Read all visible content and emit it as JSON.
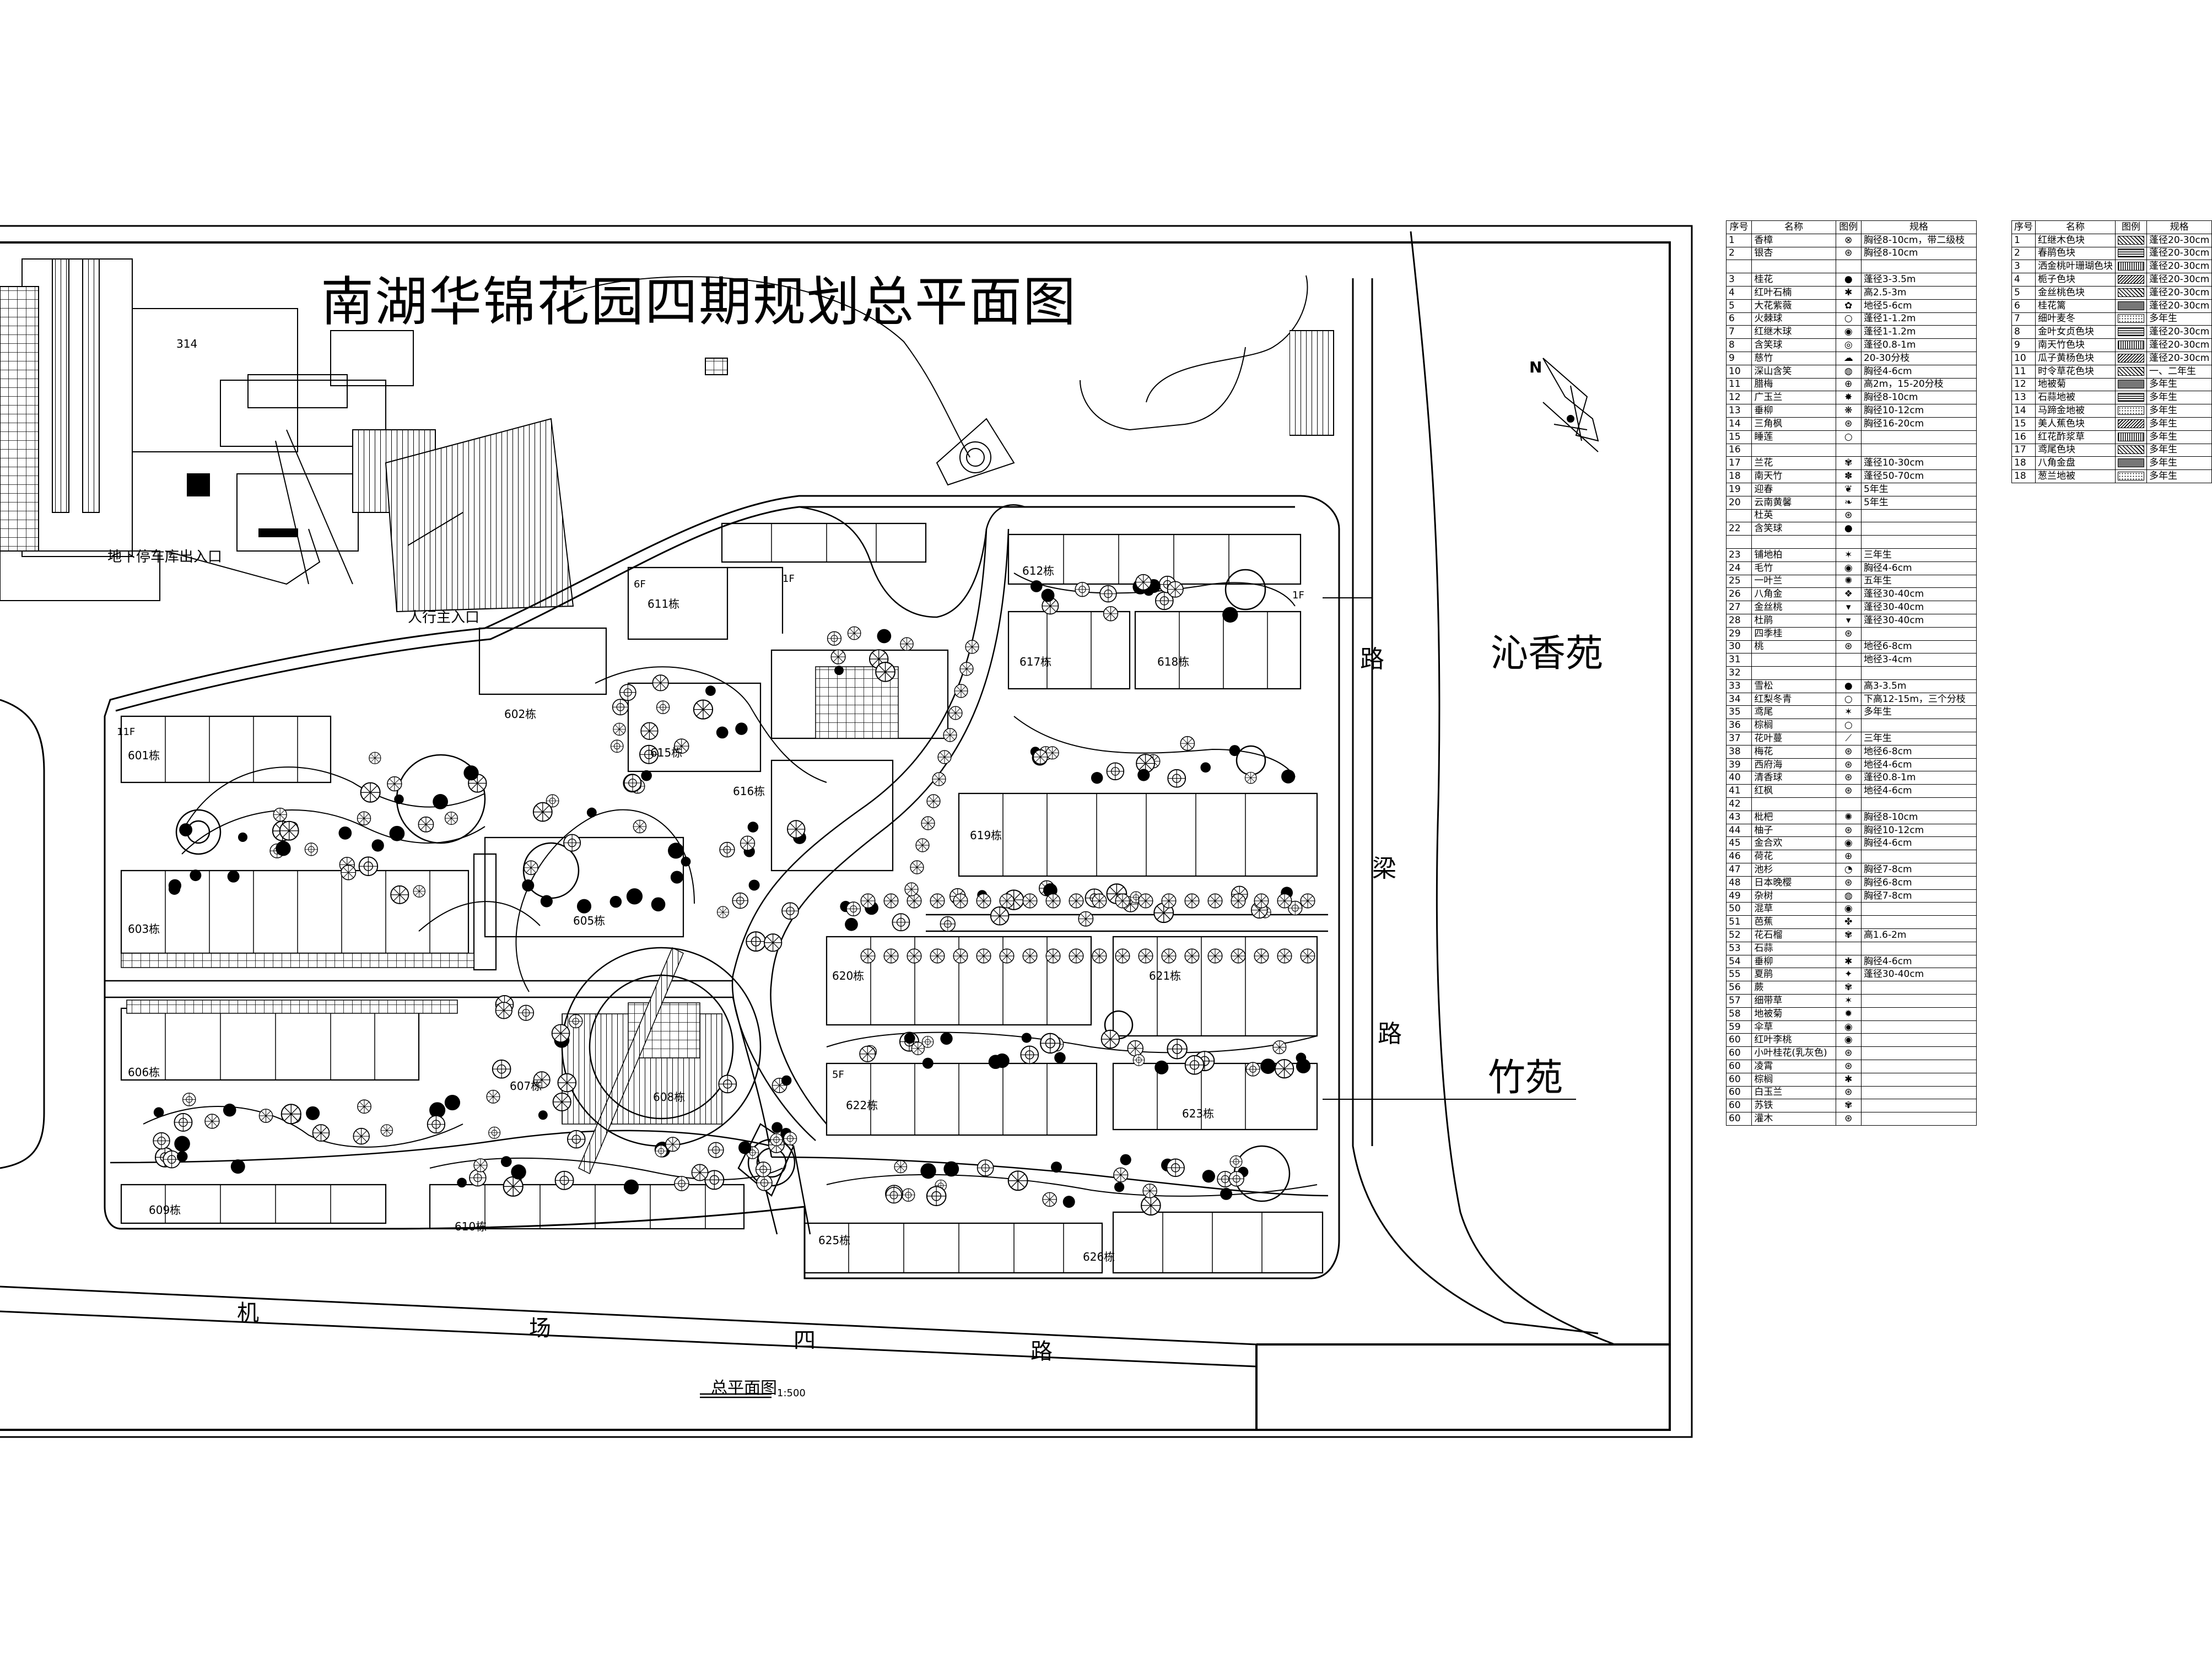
{
  "title": "南湖华锦花园四期规划总平面图",
  "neighbors": {
    "east_north": "沁香苑",
    "east_south": "竹苑"
  },
  "roads": {
    "east_chars": [
      "路",
      "梁",
      "路"
    ],
    "south_chars": [
      "机",
      "场",
      "四",
      "路"
    ]
  },
  "entrances": {
    "pedestrian_main": "人行主入口",
    "underground_garage": "地下停车库出入口"
  },
  "north_label": "N",
  "drawing_caption": "总平面图",
  "scale": "1:500",
  "buildings": [
    "601栋",
    "602栋",
    "603栋",
    "605栋",
    "606栋",
    "607栋",
    "608栋",
    "609栋",
    "610栋",
    "611栋",
    "612栋",
    "615栋",
    "616栋",
    "617栋",
    "618栋",
    "619栋",
    "620栋",
    "621栋",
    "622栋",
    "623栋",
    "625栋",
    "626栋"
  ],
  "floor_tags": [
    "11F",
    "6F",
    "1F",
    "5F",
    "1F"
  ],
  "neighbor_building": "314",
  "legend_trees": {
    "headers": [
      "序号",
      "名称",
      "图例",
      "规格"
    ],
    "rows": [
      [
        "1",
        "香樟",
        "⊗",
        "胸径8-10cm，带二级枝"
      ],
      [
        "2",
        "银杏",
        "⊛",
        "胸径8-10cm"
      ],
      [
        "",
        "",
        "",
        ""
      ],
      [
        "3",
        "桂花",
        "●",
        "蓬径3-3.5m"
      ],
      [
        "4",
        "红叶石楠",
        "✱",
        "高2.5-3m"
      ],
      [
        "5",
        "大花紫薇",
        "✿",
        "地径5-6cm"
      ],
      [
        "6",
        "火棘球",
        "○",
        "蓬径1-1.2m"
      ],
      [
        "7",
        "红继木球",
        "◉",
        "蓬径1-1.2m"
      ],
      [
        "8",
        "含笑球",
        "◎",
        "蓬径0.8-1m"
      ],
      [
        "9",
        "慈竹",
        "☁",
        "20-30分枝"
      ],
      [
        "10",
        "深山含笑",
        "◍",
        "胸径4-6cm"
      ],
      [
        "11",
        "腊梅",
        "⊕",
        "高2m，15-20分枝"
      ],
      [
        "12",
        "广玉兰",
        "✸",
        "胸径8-10cm"
      ],
      [
        "13",
        "垂柳",
        "❋",
        "胸径10-12cm"
      ],
      [
        "14",
        "三角枫",
        "⊛",
        "胸径16-20cm"
      ],
      [
        "15",
        "睡莲",
        "○",
        ""
      ],
      [
        "16",
        "",
        "",
        ""
      ],
      [
        "17",
        "兰花",
        "✾",
        "蓬径10-30cm"
      ],
      [
        "18",
        "南天竹",
        "✽",
        "蓬径50-70cm"
      ],
      [
        "19",
        "迎春",
        "❦",
        "5年生"
      ],
      [
        "20",
        "云南黄馨",
        "❧",
        "5年生"
      ],
      [
        "",
        "杜英",
        "⊛",
        ""
      ],
      [
        "22",
        "含笑球",
        "●",
        ""
      ],
      [
        "",
        "",
        "",
        ""
      ],
      [
        "23",
        "铺地柏",
        "✶",
        "三年生"
      ],
      [
        "24",
        "毛竹",
        "◉",
        "胸径4-6cm"
      ],
      [
        "25",
        "一叶兰",
        "✺",
        "五年生"
      ],
      [
        "26",
        "八角金",
        "❖",
        "蓬径30-40cm"
      ],
      [
        "27",
        "金丝桃",
        "▾",
        "蓬径30-40cm"
      ],
      [
        "28",
        "杜鹃",
        "▾",
        "蓬径30-40cm"
      ],
      [
        "29",
        "四季桂",
        "⊛",
        ""
      ],
      [
        "30",
        "桃",
        "⊛",
        "地径6-8cm"
      ],
      [
        "31",
        "",
        "",
        "地径3-4cm"
      ],
      [
        "32",
        "",
        "",
        ""
      ],
      [
        "33",
        "雪松",
        "●",
        "高3-3.5m"
      ],
      [
        "34",
        "红梨冬青",
        "○",
        "下高12-15m，三个分枝"
      ],
      [
        "35",
        "鸢尾",
        "✶",
        "多年生"
      ],
      [
        "36",
        "棕榈",
        "○",
        ""
      ],
      [
        "37",
        "花叶蔓",
        "⟋",
        "三年生"
      ],
      [
        "38",
        "梅花",
        "⊛",
        "地径6-8cm"
      ],
      [
        "39",
        "西府海",
        "⊛",
        "地径4-6cm"
      ],
      [
        "40",
        "清香球",
        "⊛",
        "蓬径0.8-1m"
      ],
      [
        "41",
        "红枫",
        "⊛",
        "地径4-6cm"
      ],
      [
        "42",
        "",
        "",
        ""
      ],
      [
        "43",
        "枇杷",
        "✺",
        "胸径8-10cm"
      ],
      [
        "44",
        "柚子",
        "⊛",
        "胸径10-12cm"
      ],
      [
        "45",
        "金合欢",
        "◉",
        "胸径4-6cm"
      ],
      [
        "46",
        "荷花",
        "⊕",
        ""
      ],
      [
        "47",
        "池杉",
        "◔",
        "胸径7-8cm"
      ],
      [
        "48",
        "日本晚樱",
        "⊛",
        "胸径6-8cm"
      ],
      [
        "49",
        "杂树",
        "◍",
        "胸径7-8cm"
      ],
      [
        "50",
        "混草",
        "◉",
        ""
      ],
      [
        "51",
        "芭蕉",
        "✤",
        ""
      ],
      [
        "52",
        "花石榴",
        "✾",
        "高1.6-2m"
      ],
      [
        "53",
        "石蒜",
        "",
        ""
      ],
      [
        "54",
        "垂柳",
        "✱",
        "胸径4-6cm"
      ],
      [
        "55",
        "夏鹃",
        "✦",
        "蓬径30-40cm"
      ],
      [
        "56",
        "蕨",
        "✾",
        ""
      ],
      [
        "57",
        "细带草",
        "✶",
        ""
      ],
      [
        "58",
        "地被菊",
        "✹",
        ""
      ],
      [
        "59",
        "伞草",
        "◉",
        ""
      ],
      [
        "60",
        "红叶李桃",
        "◉",
        ""
      ],
      [
        "60",
        "小叶桂花(乳灰色)",
        "⊛",
        ""
      ],
      [
        "60",
        "凌霄",
        "⊛",
        ""
      ],
      [
        "60",
        "棕榈",
        "✱",
        ""
      ],
      [
        "60",
        "白玉兰",
        "⊛",
        ""
      ],
      [
        "60",
        "苏铁",
        "✾",
        ""
      ],
      [
        "60",
        "灌木",
        "⊛",
        ""
      ]
    ]
  },
  "legend_shrubs": {
    "headers": [
      "序号",
      "名称",
      "图例",
      "规格"
    ],
    "rows": [
      [
        "1",
        "红继木色块",
        "h1",
        "蓬径20-30cm"
      ],
      [
        "2",
        "春鹃色块",
        "h2",
        "蓬径20-30cm"
      ],
      [
        "3",
        "洒金桃叶珊瑚色块",
        "h3",
        "蓬径20-30cm"
      ],
      [
        "4",
        "栀子色块",
        "h4",
        "蓬径20-30cm"
      ],
      [
        "5",
        "金丝桃色块",
        "h1",
        "蓬径20-30cm"
      ],
      [
        "6",
        "桂花篱",
        "h5",
        "蓬径20-30cm"
      ],
      [
        "7",
        "细叶麦冬",
        "h6",
        "多年生"
      ],
      [
        "8",
        "金叶女贞色块",
        "h2",
        "蓬径20-30cm"
      ],
      [
        "9",
        "南天竹色块",
        "h3",
        "蓬径20-30cm"
      ],
      [
        "10",
        "瓜子黄杨色块",
        "h4",
        "蓬径20-30cm"
      ],
      [
        "11",
        "时令草花色块",
        "h1",
        "一、二年生"
      ],
      [
        "12",
        "地被菊",
        "h5",
        "多年生"
      ],
      [
        "13",
        "石蒜地被",
        "h2",
        "多年生"
      ],
      [
        "14",
        "马蹄金地被",
        "h6",
        "多年生"
      ],
      [
        "15",
        "美人蕉色块",
        "h4",
        "多年生"
      ],
      [
        "16",
        "红花酢浆草",
        "h3",
        "多年生"
      ],
      [
        "17",
        "鸢尾色块",
        "h1",
        "多年生"
      ],
      [
        "18",
        "八角金盘",
        "h5",
        "多年生"
      ],
      [
        "18",
        "葱兰地被",
        "h6",
        "多年生"
      ]
    ]
  }
}
